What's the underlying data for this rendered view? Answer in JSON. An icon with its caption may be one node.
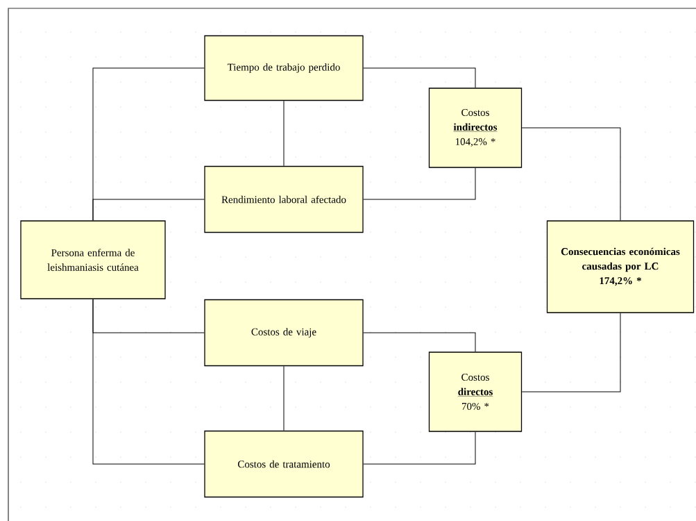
{
  "diagram": {
    "nodes": [
      {
        "text": [
          "Persona enferma de leishmaniasis cutánea"
        ]
      },
      {
        "text": [
          "Tiempo de trabajo perdido"
        ]
      },
      {
        "text": [
          "Rendimiento laboral afectado"
        ]
      },
      {
        "text": [
          "Costos de viaje"
        ]
      },
      {
        "text": [
          "Costos de tratamiento"
        ]
      },
      {
        "text": [
          "Costos",
          "indirectos",
          "104,2% *"
        ]
      },
      {
        "text": [
          "Consecuencias económicas causadas por LC",
          "174,2%  *"
        ]
      },
      {
        "text": [
          "Costos",
          "directos",
          "70%  *"
        ]
      }
    ],
    "edges": [
      {
        "from": 0,
        "to": 1,
        "arrow": "none"
      },
      {
        "from": 0,
        "to": 2,
        "arrow": "none"
      },
      {
        "from": 1,
        "to": 2,
        "arrow": "none"
      },
      {
        "from": 1,
        "to": 5,
        "arrow": "none"
      },
      {
        "from": 2,
        "to": 5,
        "arrow": "none"
      },
      {
        "from": 5,
        "to": 6,
        "arrow": "none"
      },
      {
        "from": 0,
        "to": 3,
        "arrow": "none"
      },
      {
        "from": 0,
        "to": 4,
        "arrow": "none"
      },
      {
        "from": 3,
        "to": 4,
        "arrow": "none"
      },
      {
        "from": 3,
        "to": 7,
        "arrow": "none"
      },
      {
        "from": 4,
        "to": 7,
        "arrow": "none"
      },
      {
        "from": 7,
        "to": 6,
        "arrow": "none"
      }
    ]
  }
}
